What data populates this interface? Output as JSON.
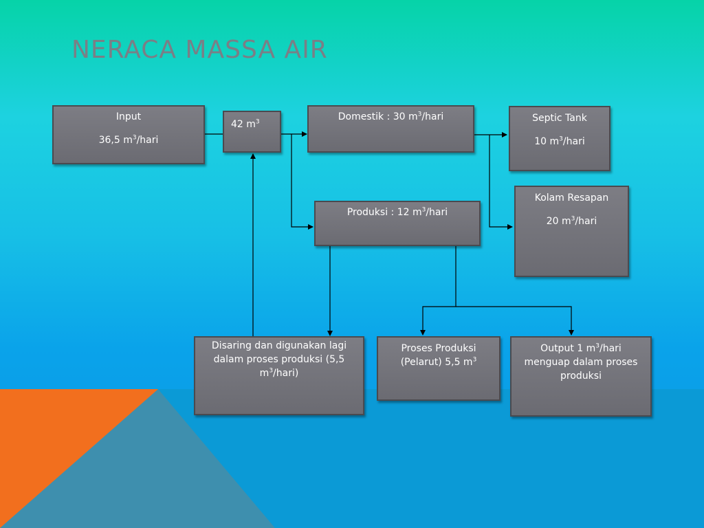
{
  "title": "NERACA MASSA AIR",
  "unit_sup": "3",
  "colors": {
    "accent_orange": "#f26f1e",
    "box_fill": "#727279",
    "text": "#ffffff",
    "title": "#7a7f86"
  },
  "boxes": {
    "input": {
      "label": "Input",
      "value_pre": "36,5 m",
      "value_post": "/hari"
    },
    "total": {
      "pre": "42 m"
    },
    "domestik": {
      "pre": "Domestik : 30 m",
      "post": "/hari"
    },
    "septic": {
      "label": "Septic Tank",
      "value_pre": "10 m",
      "value_post": "/hari"
    },
    "kolam": {
      "label": "Kolam Resapan",
      "value_pre": "20 m",
      "value_post": "/hari"
    },
    "produksi": {
      "pre": "Produksi : 12 m",
      "post": "/hari"
    },
    "disaring": {
      "line1": "Disaring dan digunakan lagi",
      "line2": "dalam proses produksi (5,5",
      "line3_pre": "m",
      "line3_post": "/hari)"
    },
    "proses": {
      "line1": "Proses Produksi",
      "line2_pre": "(Pelarut) 5,5 m"
    },
    "output": {
      "line1_pre": "Output 1 m",
      "line1_post": "/hari",
      "line2": "menguap dalam proses",
      "line3": "produksi"
    }
  }
}
